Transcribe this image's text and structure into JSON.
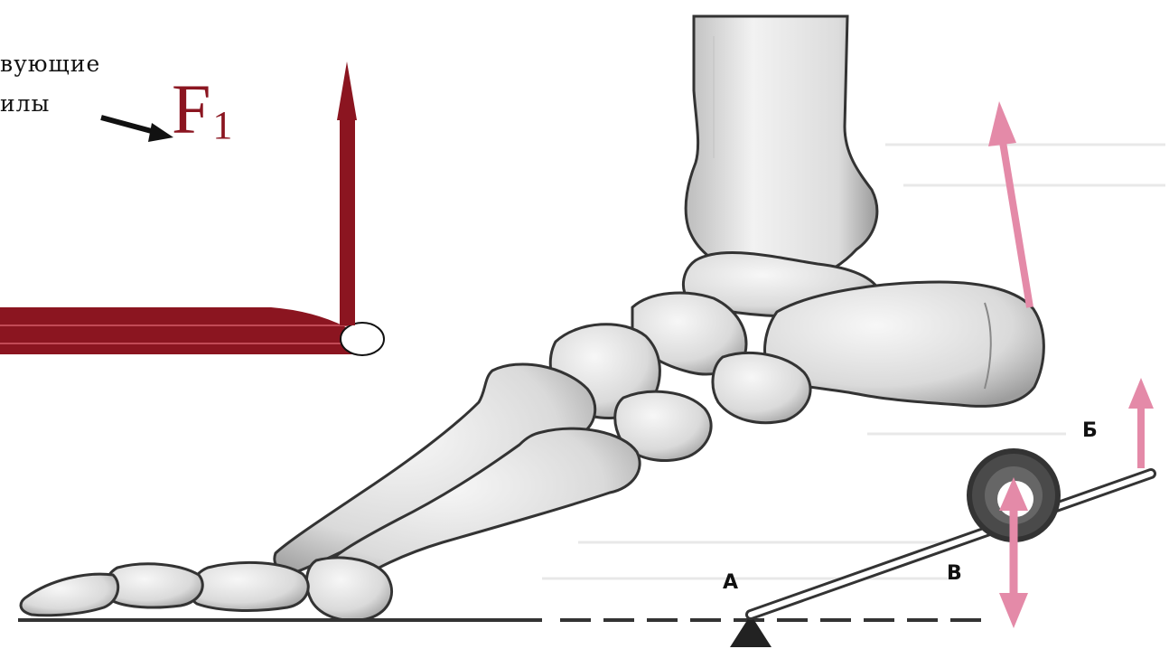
{
  "caption": {
    "line1": "вующие",
    "line2": "илы"
  },
  "force": {
    "symbol": "F",
    "subscript": "1"
  },
  "points": {
    "a": "А",
    "b": "Б",
    "v": "В"
  },
  "colors": {
    "force_red": "#8b1520",
    "pink_arrow": "#e48aa8",
    "bone_fill": "#e3e3e3",
    "bone_outline": "#3a3a3a"
  }
}
